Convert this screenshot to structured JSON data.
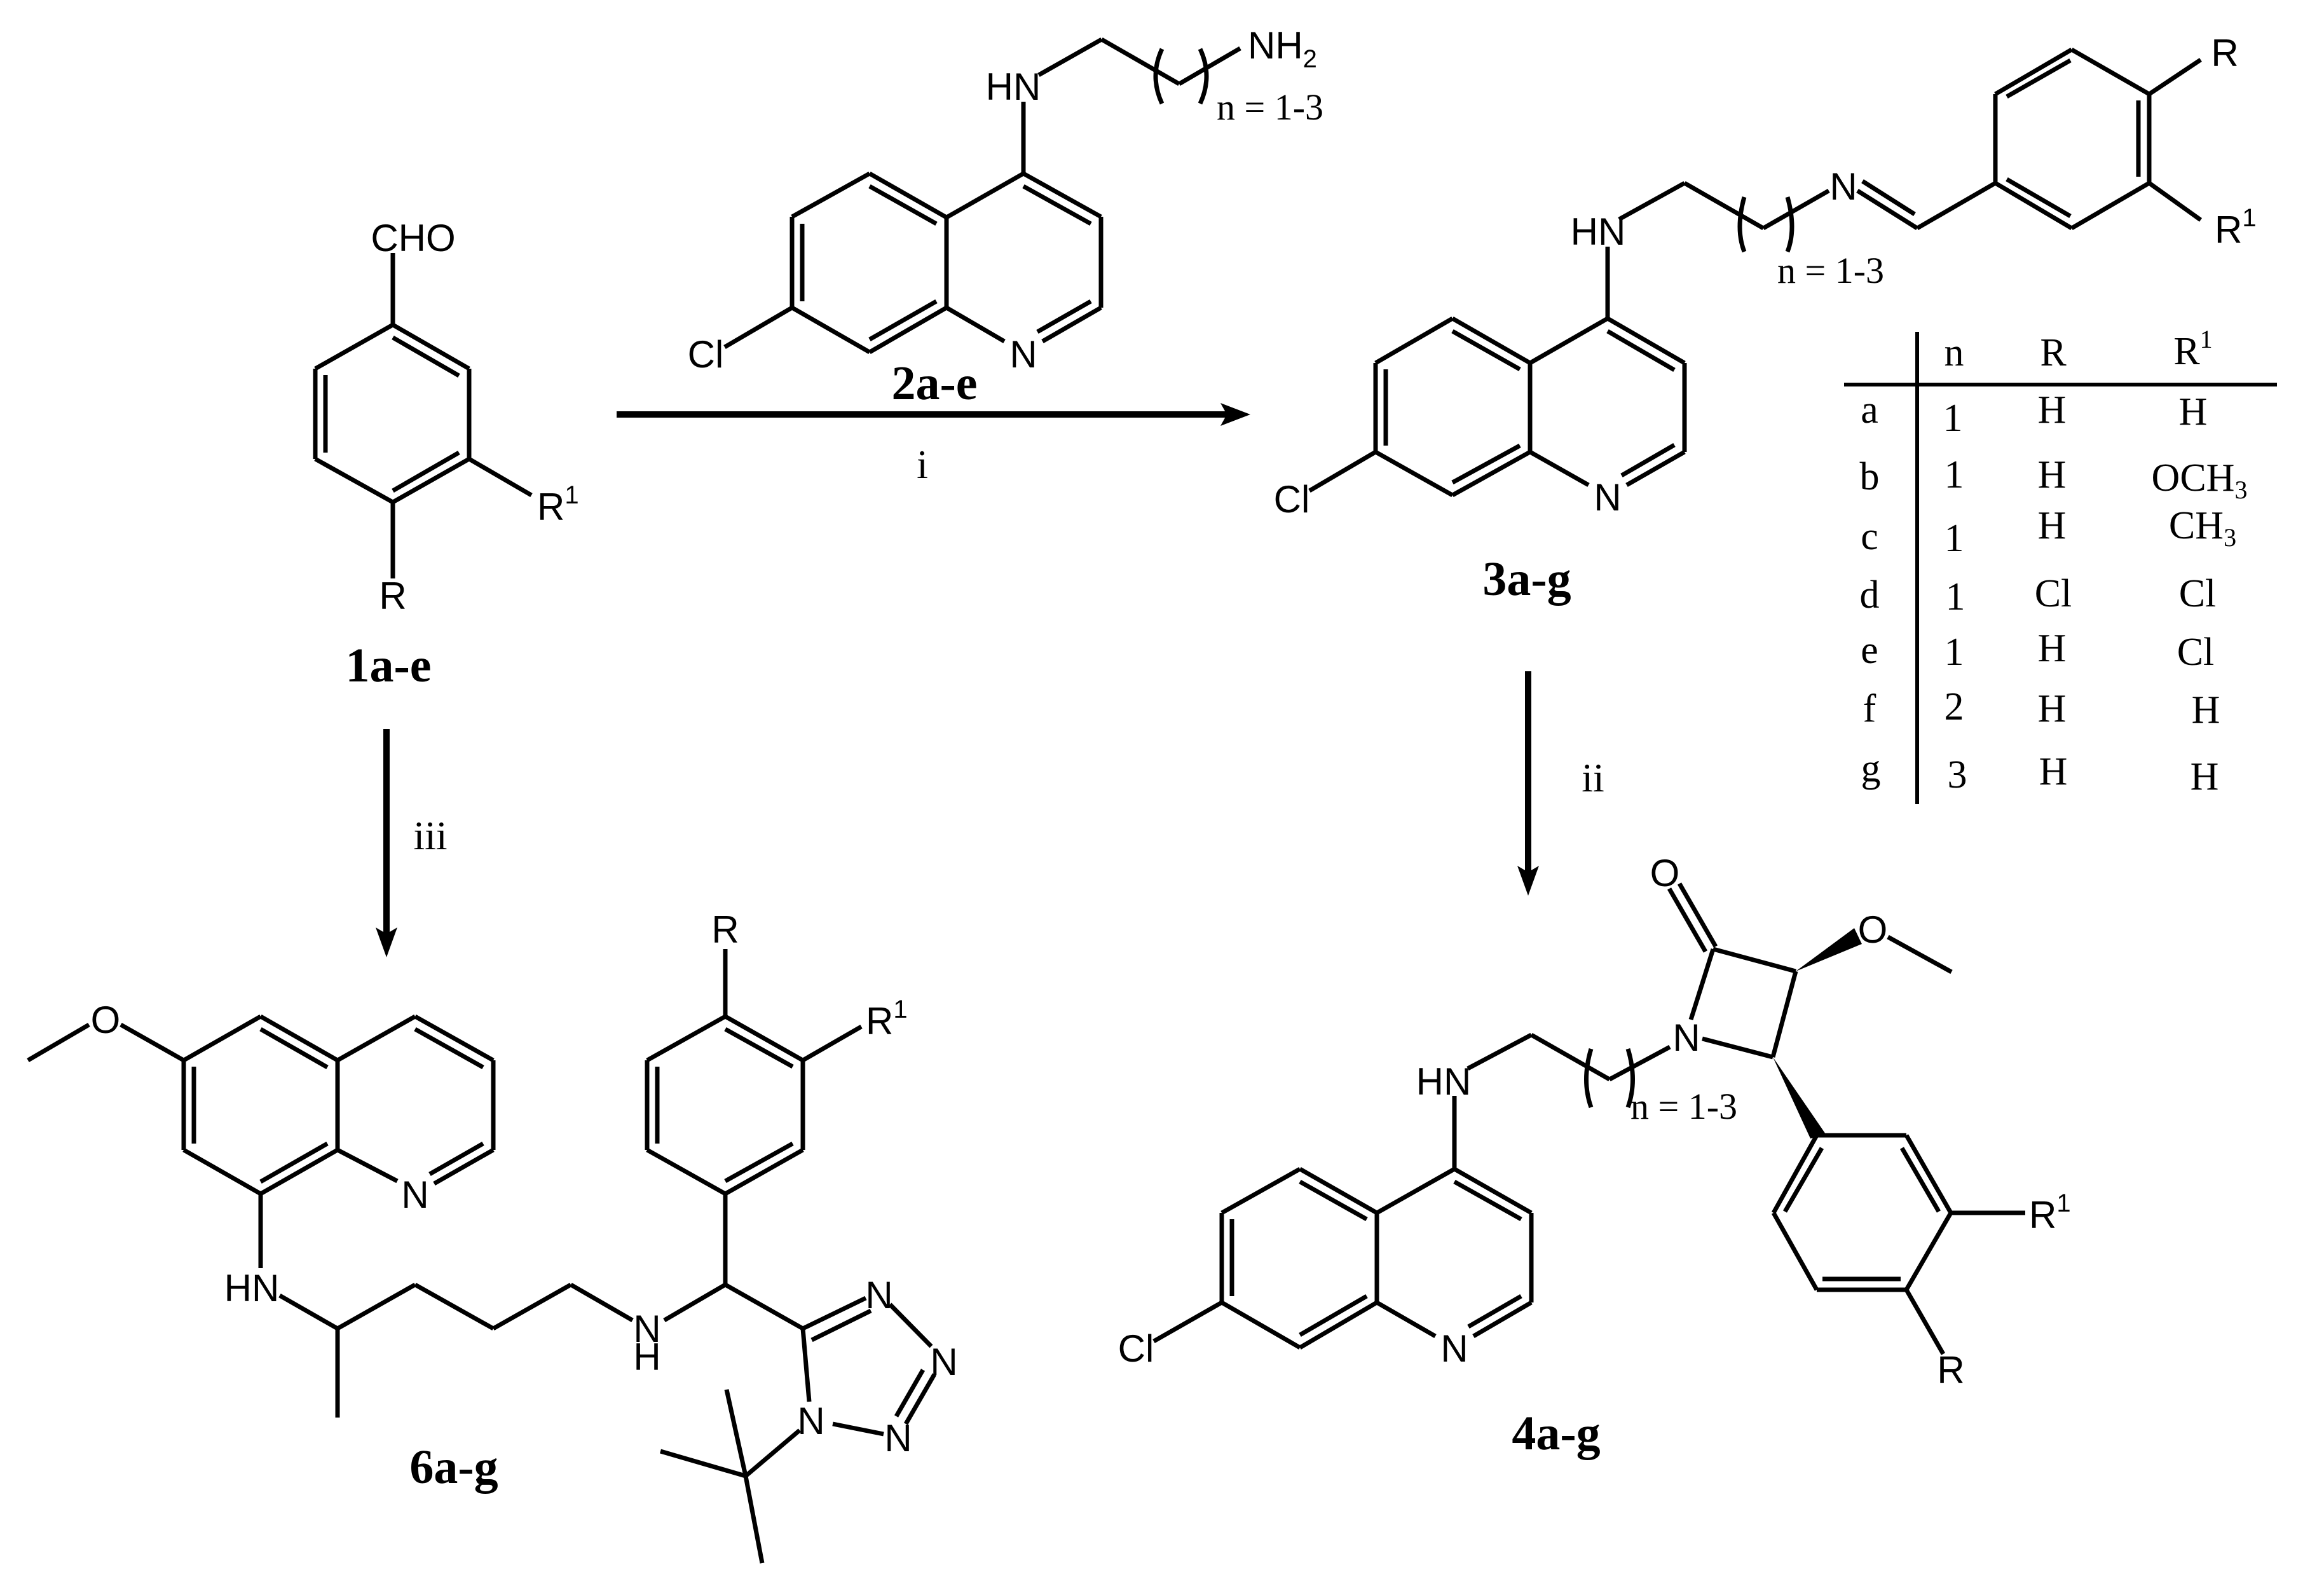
{
  "scheme": {
    "compounds": {
      "c1": {
        "label": "1a-e",
        "cho": "CHO",
        "r": "R",
        "r1": "R",
        "r1_sup": "1"
      },
      "c2": {
        "label": "2a-e",
        "hn": "HN",
        "nh2": "NH",
        "nh2_sub": "2",
        "n_range": "n = 1-3",
        "cl": "Cl",
        "n": "N"
      },
      "c3": {
        "label": "3a-g",
        "hn": "HN",
        "imine_n": "N",
        "n_range": "n = 1-3",
        "cl": "Cl",
        "n": "N",
        "r": "R",
        "r1": "R",
        "r1_sup": "1"
      },
      "c4": {
        "label": "4a-g",
        "hn": "HN",
        "n_ring": "N",
        "o_carbonyl": "O",
        "o_methoxy": "O",
        "n_range": "n = 1-3",
        "cl": "Cl",
        "n": "N",
        "r": "R",
        "r1": "R",
        "r1_sup": "1"
      },
      "c6": {
        "label": "6a-g",
        "o_methoxy": "O",
        "n_quin": "N",
        "hn": "HN",
        "nh_n": "N",
        "nh_h": "H",
        "r": "R",
        "r1": "R",
        "r1_sup": "1",
        "tz_n1": "N",
        "tz_n2": "N",
        "tz_n3": "N",
        "tz_n4": "N"
      }
    },
    "arrows": {
      "step_i": "i",
      "step_ii": "ii",
      "step_iii": "iii"
    },
    "table": {
      "headers": {
        "n": "n",
        "r": "R",
        "r1": "R",
        "r1_sup": "1"
      },
      "rows": [
        {
          "id": "a",
          "n": "1",
          "r": "H",
          "r1": "H",
          "r1_sub": ""
        },
        {
          "id": "b",
          "n": "1",
          "r": "H",
          "r1": "OCH",
          "r1_sub": "3"
        },
        {
          "id": "c",
          "n": "1",
          "r": "H",
          "r1": "CH",
          "r1_sub": "3"
        },
        {
          "id": "d",
          "n": "1",
          "r": "Cl",
          "r1": "Cl",
          "r1_sub": ""
        },
        {
          "id": "e",
          "n": "1",
          "r": "H",
          "r1": "Cl",
          "r1_sub": ""
        },
        {
          "id": "f",
          "n": "2",
          "r": "H",
          "r1": "H",
          "r1_sub": ""
        },
        {
          "id": "g",
          "n": "3",
          "r": "H",
          "r1": "H",
          "r1_sub": ""
        }
      ]
    }
  }
}
